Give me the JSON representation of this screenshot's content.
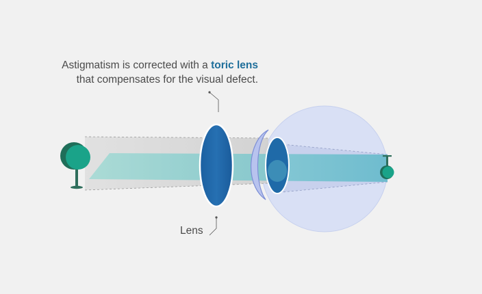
{
  "caption": {
    "line1_prefix": "Astigmatism is corrected with a ",
    "line1_highlight": "toric lens",
    "line2": "that compensates for the visual defect."
  },
  "labels": {
    "lens": "Lens"
  },
  "icons": {
    "source": "tree-icon",
    "image": "tree-image-icon"
  },
  "colors": {
    "background": "#f1f1f1",
    "eyeball": "#d9e0f5",
    "lens": "#1f6aa8",
    "beam": "#69c7c1",
    "tree": "#1aa389",
    "highlight_text": "#1e6e9a"
  }
}
